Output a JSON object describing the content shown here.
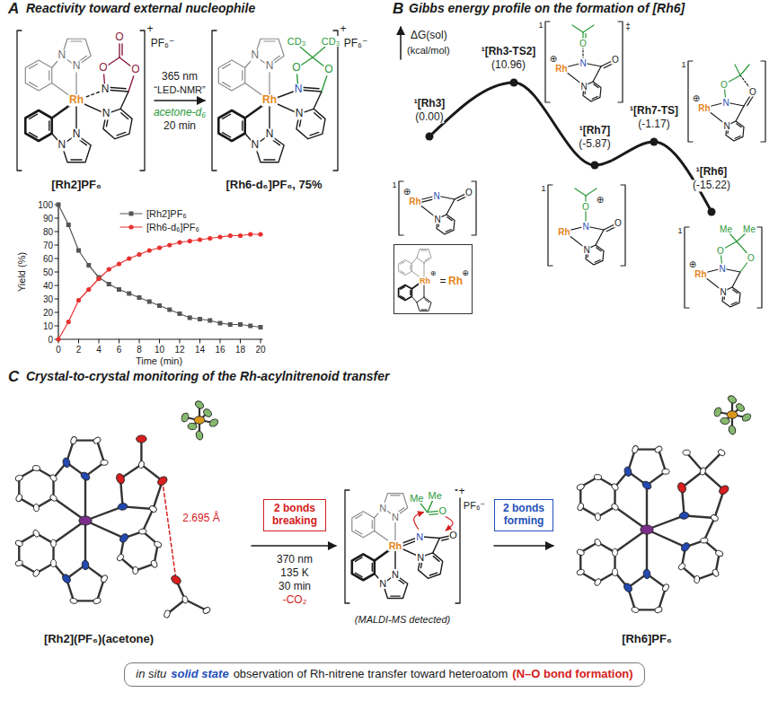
{
  "diagram": {
    "nodes": [
      {
        "text": [
          "Rh",
          "⊕",
          "=",
          "Rh",
          "⊕"
        ]
      },
      {
        "text": [
          "2 bonds breaking"
        ]
      },
      {
        "text": [
          "2 bonds forming"
        ]
      },
      {
        "text": [
          "in situ",
          "solid state",
          "observation of Rh-nitrene transfer toward heteroatom",
          "(N–O bond formation)"
        ]
      }
    ],
    "labels": [
      "A",
      "Reactivity toward external nucleophile",
      "Rh",
      "N",
      "N",
      "N",
      "N",
      "N",
      "N",
      "O",
      "O",
      "O",
      "+",
      "PF₆⁻",
      "365 nm",
      "“LED-NMR”",
      "acetone-d₆",
      "20 min",
      "Rh",
      "N",
      "N",
      "N",
      "N",
      "N",
      "N",
      "O",
      "O",
      "CD₃",
      "CD₃",
      "+",
      "PF₆⁻",
      "[Rh2]PF₆",
      "[Rh6-d₆]PF₆, 75%",
      "Yield (%)",
      "100",
      "90",
      "80",
      "70",
      "60",
      "50",
      "40",
      "30",
      "20",
      "10",
      "0",
      "0",
      "2",
      "4",
      "6",
      "8",
      "10",
      "12",
      "14",
      "16",
      "18",
      "20",
      "Time (min)",
      "B",
      "Gibbs energy profile on the formation of [Rh6]",
      "ΔG(sol)",
      "(kcal/mol)",
      "¹[Rh3]",
      "(0.00)",
      "¹[Rh3-TS2]",
      "(10.96)",
      "¹[Rh7]",
      "(-5.87)",
      "¹[Rh7-TS]",
      "(-1.17)",
      "¹[Rh6]",
      "(-15.22)",
      "1",
      "⊕",
      "Rh",
      "N",
      "O",
      "N",
      "1",
      "‡",
      "O",
      "⊕",
      "Rh",
      "N",
      "O",
      "N",
      "1",
      "Rh",
      "N",
      "O",
      "⊕",
      "O",
      "N",
      "1",
      "⊕",
      "Rh",
      "N",
      "O",
      "O",
      "N",
      "1",
      "⊕",
      "Rh",
      "N",
      "O",
      "O",
      "N",
      "Me",
      "Me",
      "C",
      "Crystal-to-crystal monitoring of the Rh-acylnitrenoid transfer",
      "2.695 Å",
      "[Rh2](PF₆)(acetone)",
      "370 nm",
      "135 K",
      "30 min",
      "-CO₂",
      "Rh",
      "N",
      "N",
      "N",
      "N",
      "N",
      "N",
      "O",
      "O",
      "Me",
      "Me",
      "+",
      "PF₆⁻",
      "(MALDI-MS detected)",
      "[Rh6]PF₆"
    ],
    "legend": [
      {
        "text": "[Rh2]PF₆"
      },
      {
        "text": "[Rh6-d₆]PF₆"
      }
    ]
  }
}
